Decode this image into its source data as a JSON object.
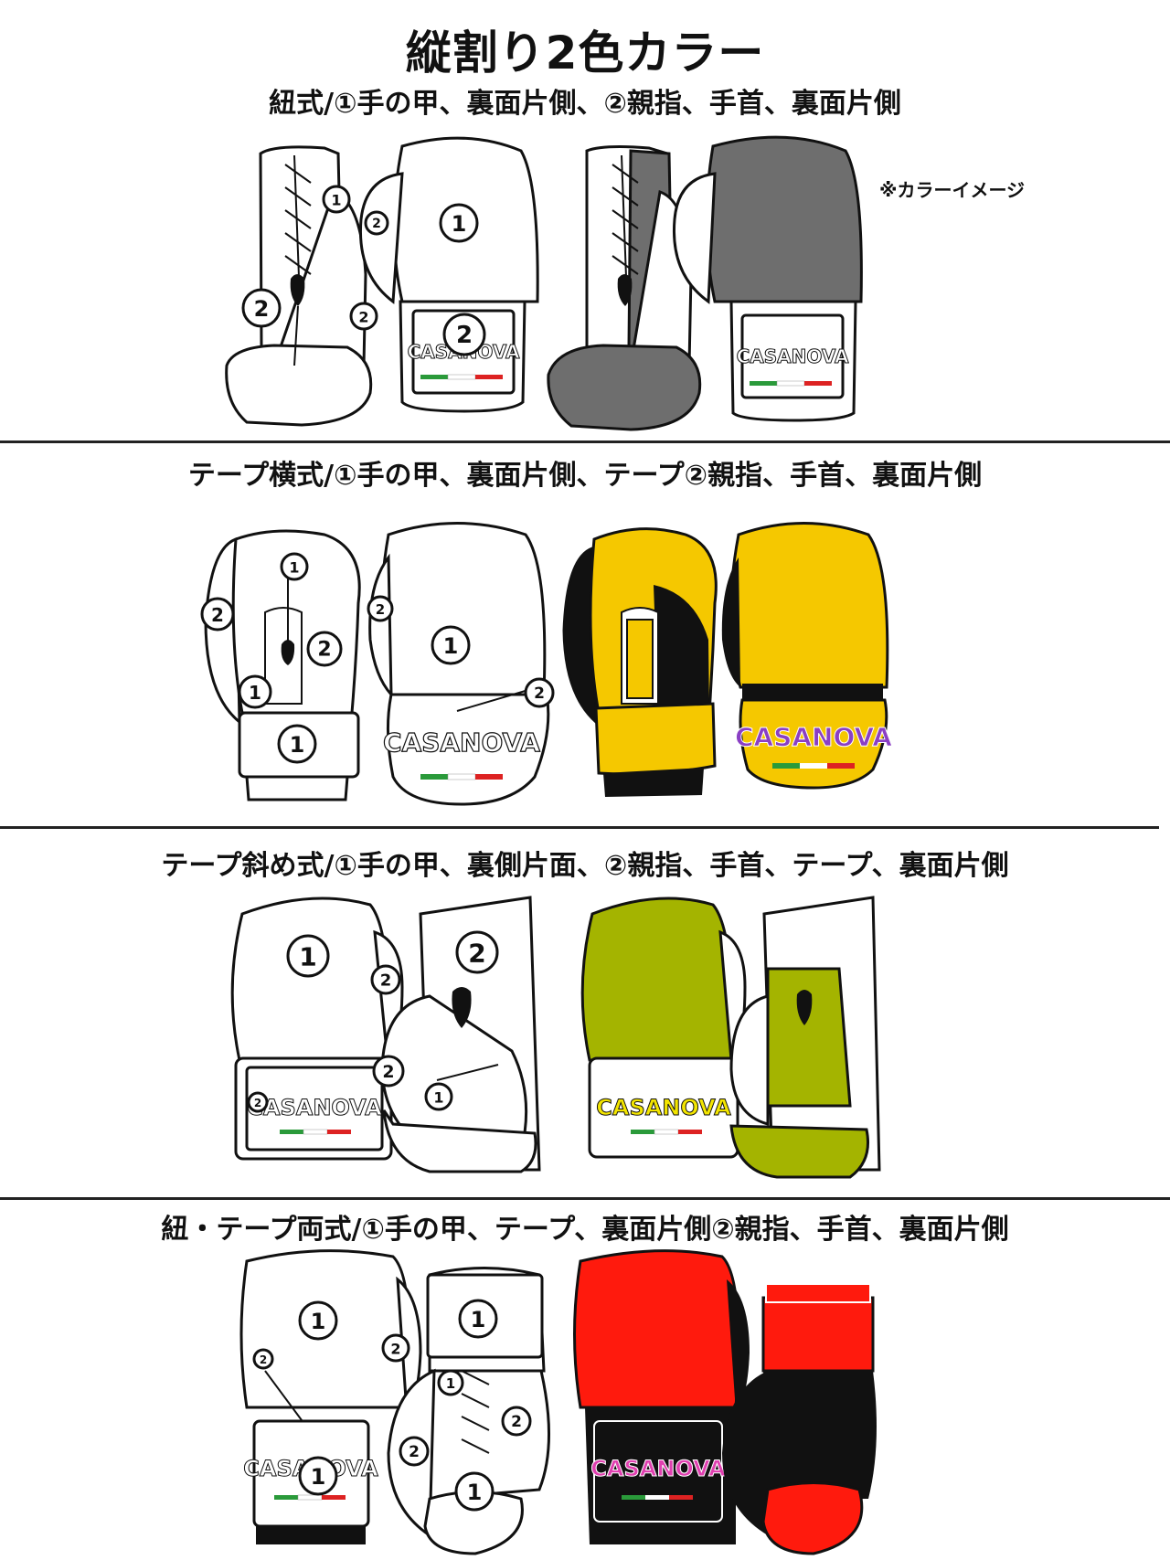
{
  "title": "縦割り2色カラー",
  "note": "※カラーイメージ",
  "brand": "CASANOVA",
  "sections": [
    {
      "caption": "紐式/①手の甲、裏面片側、②親指、手首、裏面片側",
      "sample_color": "#6e6e6e"
    },
    {
      "caption": "テープ横式/①手の甲、裏面片側、テープ②親指、手首、裏面片側",
      "sample_color": "#f5c800",
      "secondary_color": "#111111",
      "logo_color": "#8a3fc4"
    },
    {
      "caption": "テープ斜め式/①手の甲、裏側片面、②親指、手首、テープ、裏面片側",
      "sample_color": "#a4b400",
      "logo_color": "#f3e500"
    },
    {
      "caption": "紐・テープ両式/①手の甲、テープ、裏面片側②親指、手首、裏面片側",
      "sample_color": "#ff1a0d",
      "secondary_color": "#111111",
      "logo_color": "#e040b0"
    }
  ],
  "markers": {
    "one": "1",
    "two": "2"
  }
}
